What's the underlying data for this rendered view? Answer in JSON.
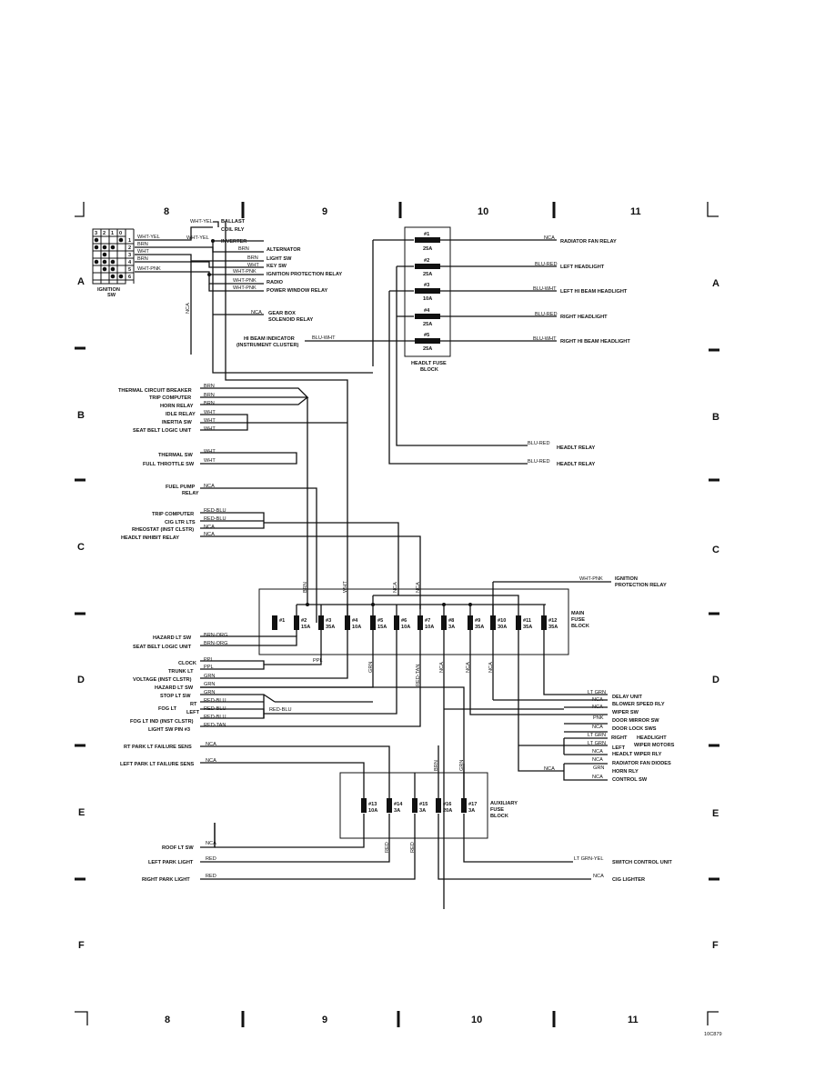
{
  "grid": {
    "columns": [
      "8",
      "9",
      "10",
      "11"
    ],
    "rows": [
      "A",
      "B",
      "C",
      "D",
      "E",
      "F"
    ]
  },
  "ignition": {
    "title": "IGNITION",
    "subtitle": "SW",
    "header": [
      "3",
      "2",
      "1",
      "0"
    ],
    "pins": [
      "1",
      "2",
      "3",
      "4",
      "5",
      "6"
    ]
  },
  "top_left": [
    {
      "wire": "WHT-YEL",
      "label": "BALLAST"
    },
    {
      "wire": "",
      "label": "COIL RLY"
    },
    {
      "wire": "WHT-YEL",
      "label": "INVERTER"
    },
    {
      "wire": "BRN",
      "label": "ALTERNATOR"
    },
    {
      "wire": "BRN",
      "label": "LIGHT SW"
    },
    {
      "wire": "WHT",
      "label": "KEY SW"
    },
    {
      "wire": "WHT-PNK",
      "label": "IGNITION PROTECTION RELAY"
    },
    {
      "wire": "WHT-PNK",
      "label": "RADIO"
    },
    {
      "wire": "WHT-PNK",
      "label": "POWER WINDOW RELAY"
    }
  ],
  "ign_wires": [
    "WHT-YEL",
    "BRN",
    "WHT",
    "BRN",
    "WHT-PNK"
  ],
  "mid_top": {
    "nca_label": "NCA",
    "gear_box_wire": "NCA",
    "gear_box_1": "GEAR BOX",
    "gear_box_2": "SOLENOID RELAY",
    "hi_beam_ind_1": "HI BEAM INDICATOR",
    "hi_beam_ind_2": "(INSTRUMENT CLUSTER)",
    "hi_beam_wire": "BLU-WHT"
  },
  "headlt_fuse_block": {
    "title_1": "HEADLT FUSE",
    "title_2": "BLOCK",
    "fuses": [
      {
        "num": "#1",
        "amp": "25A",
        "wire": "NCA",
        "label": "RADIATOR FAN RELAY"
      },
      {
        "num": "#2",
        "amp": "25A",
        "wire": "BLU-RED",
        "label": "LEFT HEADLIGHT"
      },
      {
        "num": "#3",
        "amp": "10A",
        "wire": "BLU-WHT",
        "label": "LEFT HI BEAM HEADLIGHT"
      },
      {
        "num": "#4",
        "amp": "25A",
        "wire": "BLU-RED",
        "label": "RIGHT HEADLIGHT"
      },
      {
        "num": "#5",
        "amp": "25A",
        "wire": "BLU-WHT",
        "label": "RIGHT HI BEAM HEADLIGHT"
      }
    ]
  },
  "headlt_relay": [
    {
      "wire": "BLU-RED",
      "label": "HEADLT RELAY"
    },
    {
      "wire": "BLU-RED",
      "label": "HEADLT RELAY"
    }
  ],
  "left_b": [
    {
      "label": "THERMAL CIRCUIT BREAKER",
      "wire": "BRN"
    },
    {
      "label": "TRIP COMPUTER",
      "wire": "BRN"
    },
    {
      "label": "HORN RELAY",
      "wire": "BRN"
    },
    {
      "label": "IDLE RELAY",
      "wire": "WHT"
    },
    {
      "label": "INERTIA SW",
      "wire": "WHT"
    },
    {
      "label": "SEAT BELT LOGIC UNIT",
      "wire": "WHT"
    },
    {
      "label": "THERMAL SW",
      "wire": "WHT"
    },
    {
      "label": "FULL THROTTLE SW",
      "wire": "WHT"
    }
  ],
  "fuel_pump": {
    "label_1": "FUEL PUMP",
    "label_2": "RELAY",
    "wire": "NCA"
  },
  "left_c": [
    {
      "label": "TRIP COMPUTER",
      "wire": "RED-BLU"
    },
    {
      "label": "CIG LTR LTS",
      "wire": "RED-BLU"
    },
    {
      "label": "RHEOSTAT (INST CLSTR)",
      "wire": "NCA"
    },
    {
      "label": "HEADLT INHIBIT RELAY",
      "wire": "NCA"
    }
  ],
  "main_vertical_wires": [
    "BRN",
    "WHT",
    "NCA",
    "NCA"
  ],
  "main_fuse_block": {
    "title_1": "MAIN",
    "title_2": "FUSE",
    "title_3": "BLOCK",
    "fuses": [
      {
        "num": "#1",
        "amp": ""
      },
      {
        "num": "#2",
        "amp": "15A"
      },
      {
        "num": "#3",
        "amp": "35A"
      },
      {
        "num": "#4",
        "amp": "10A"
      },
      {
        "num": "#5",
        "amp": "15A"
      },
      {
        "num": "#6",
        "amp": "10A"
      },
      {
        "num": "#7",
        "amp": "10A"
      },
      {
        "num": "#8",
        "amp": "3A"
      },
      {
        "num": "#9",
        "amp": "35A"
      },
      {
        "num": "#10",
        "amp": "30A"
      },
      {
        "num": "#11",
        "amp": "35A"
      },
      {
        "num": "#12",
        "amp": "35A"
      }
    ]
  },
  "ign_prot_relay": {
    "wire": "WHT-PNK",
    "label_1": "IGNITION",
    "label_2": "PROTECTION RELAY"
  },
  "left_d": [
    {
      "label": "HAZARD LT SW",
      "wire": "BRN-ORG"
    },
    {
      "label": "SEAT BELT LOGIC UNIT",
      "wire": "BRN-ORG"
    },
    {
      "label": "CLOCK",
      "wire": "PPL"
    },
    {
      "label": "TRUNK LT",
      "wire": "PPL"
    },
    {
      "label": "VOLTAGE (INST CLSTR)",
      "wire": "GRN"
    },
    {
      "label": "HAZARD LT SW",
      "wire": "GRN"
    },
    {
      "label": "STOP LT SW",
      "wire": "GRN"
    },
    {
      "label": "RT",
      "wire": "RED-BLU"
    },
    {
      "label": "LEFT",
      "wire": "RED-BLU"
    },
    {
      "label": "FOG LT IND (INST CLSTR)",
      "wire": "RED-BLU"
    },
    {
      "label": "LIGHT SW PIN #3",
      "wire": "RED-TAN"
    }
  ],
  "fog_lt_label": "FOG LT",
  "ppl_join": "PPL",
  "red_blu_join": "RED-BLU",
  "below_main_wires": [
    "GRN",
    "RED-TAN",
    "NCA",
    "NCA",
    "NCA"
  ],
  "right_d": [
    {
      "wire": "LT GRN",
      "label": "DELAY UNIT"
    },
    {
      "wire": "NCA",
      "label": "BLOWER SPEED RLY"
    },
    {
      "wire": "NCA",
      "label": "WIPER SW"
    },
    {
      "wire": "PNK",
      "label": "DOOR MIRROR SW"
    },
    {
      "wire": "NCA",
      "label": "DOOR LOCK SWS"
    },
    {
      "wire": "LT GRN",
      "label": "RIGHT"
    },
    {
      "wire": "LT GRN",
      "label": "LEFT"
    },
    {
      "wire": "NCA",
      "label": "HEADLT WIPER RLY"
    },
    {
      "wire": "NCA",
      "label": "RADIATOR FAN DIODES"
    },
    {
      "wire": "GRN",
      "label": "HORN RLY"
    },
    {
      "wire": "NCA",
      "label": "CONTROL SW"
    }
  ],
  "headlight_wiper": {
    "label_1": "HEADLIGHT",
    "label_2": "WIPER MOTORS"
  },
  "nca_join": "NCA",
  "left_e": [
    {
      "label": "RT PARK LT FAILURE SENS",
      "wire": "NCA"
    },
    {
      "label": "LEFT PARK LT FAILURE SENS",
      "wire": "NCA"
    }
  ],
  "aux_vertical_wires": [
    "BRN",
    "GRN"
  ],
  "aux_fuse_block": {
    "title_1": "AUXILIARY",
    "title_2": "FUSE",
    "title_3": "BLOCK",
    "fuses": [
      {
        "num": "#13",
        "amp": "10A"
      },
      {
        "num": "#14",
        "amp": "3A"
      },
      {
        "num": "#15",
        "amp": "3A"
      },
      {
        "num": "#16",
        "amp": "20A"
      },
      {
        "num": "#17",
        "amp": "3A"
      }
    ]
  },
  "bottom_left": [
    {
      "label": "ROOF LT SW",
      "wire": "NCA"
    },
    {
      "label": "LEFT PARK LIGHT",
      "wire": "RED"
    },
    {
      "label": "RIGHT PARK LIGHT",
      "wire": "RED"
    }
  ],
  "aux_red_wires": [
    "RED",
    "RED"
  ],
  "bottom_right": [
    {
      "wire": "LT GRN-YEL",
      "label": "SWITCH CONTROL UNIT"
    },
    {
      "wire": "NCA",
      "label": "CIG LIGHTER"
    }
  ],
  "ref_code": "10C879"
}
